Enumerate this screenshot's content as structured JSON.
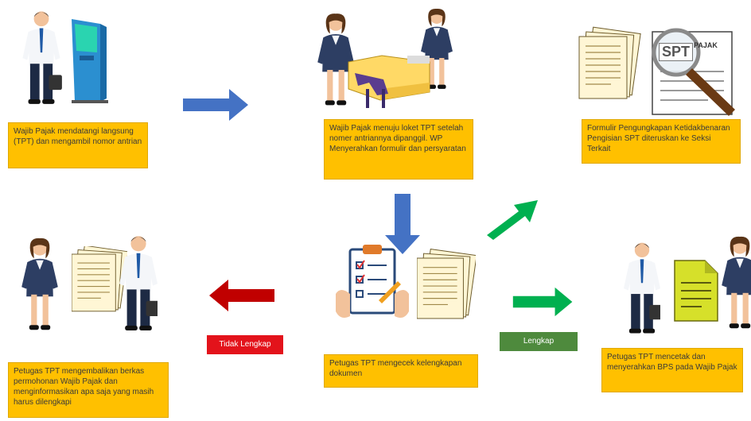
{
  "steps": {
    "step1": "Wajib Pajak mendatangi langsung (TPT) dan mengambil nomor antrian",
    "step2": "Wajib Pajak menuju loket TPT setelah nomer antriannya dipanggil. WP Menyerahkan formulir dan persyaratan",
    "step3": "Formulir Pengungkapan Ketidakbenaran Pengisian SPT diteruskan ke Seksi Terkait",
    "step4": "Petugas TPT mengembalikan berkas permohonan Wajib Pajak dan menginformasikan apa saja yang masih harus dilengkapi",
    "step5": "Petugas TPT mengecek kelengkapan dokumen",
    "step6": "Petugas TPT mencetak dan menyerahkan BPS pada Wajib Pajak"
  },
  "labels": {
    "incomplete": "Tidak Lengkap",
    "complete": "Lengkap"
  },
  "spt": {
    "badge": "SPT",
    "paper_title": "PAJAK"
  },
  "colors": {
    "box": "#ffc000",
    "blue_arrow": "#4472c4",
    "green_arrow": "#00b050",
    "red_arrow": "#c00000",
    "incomplete_tag": "#e3131b",
    "complete_tag": "#4e8a3d"
  }
}
